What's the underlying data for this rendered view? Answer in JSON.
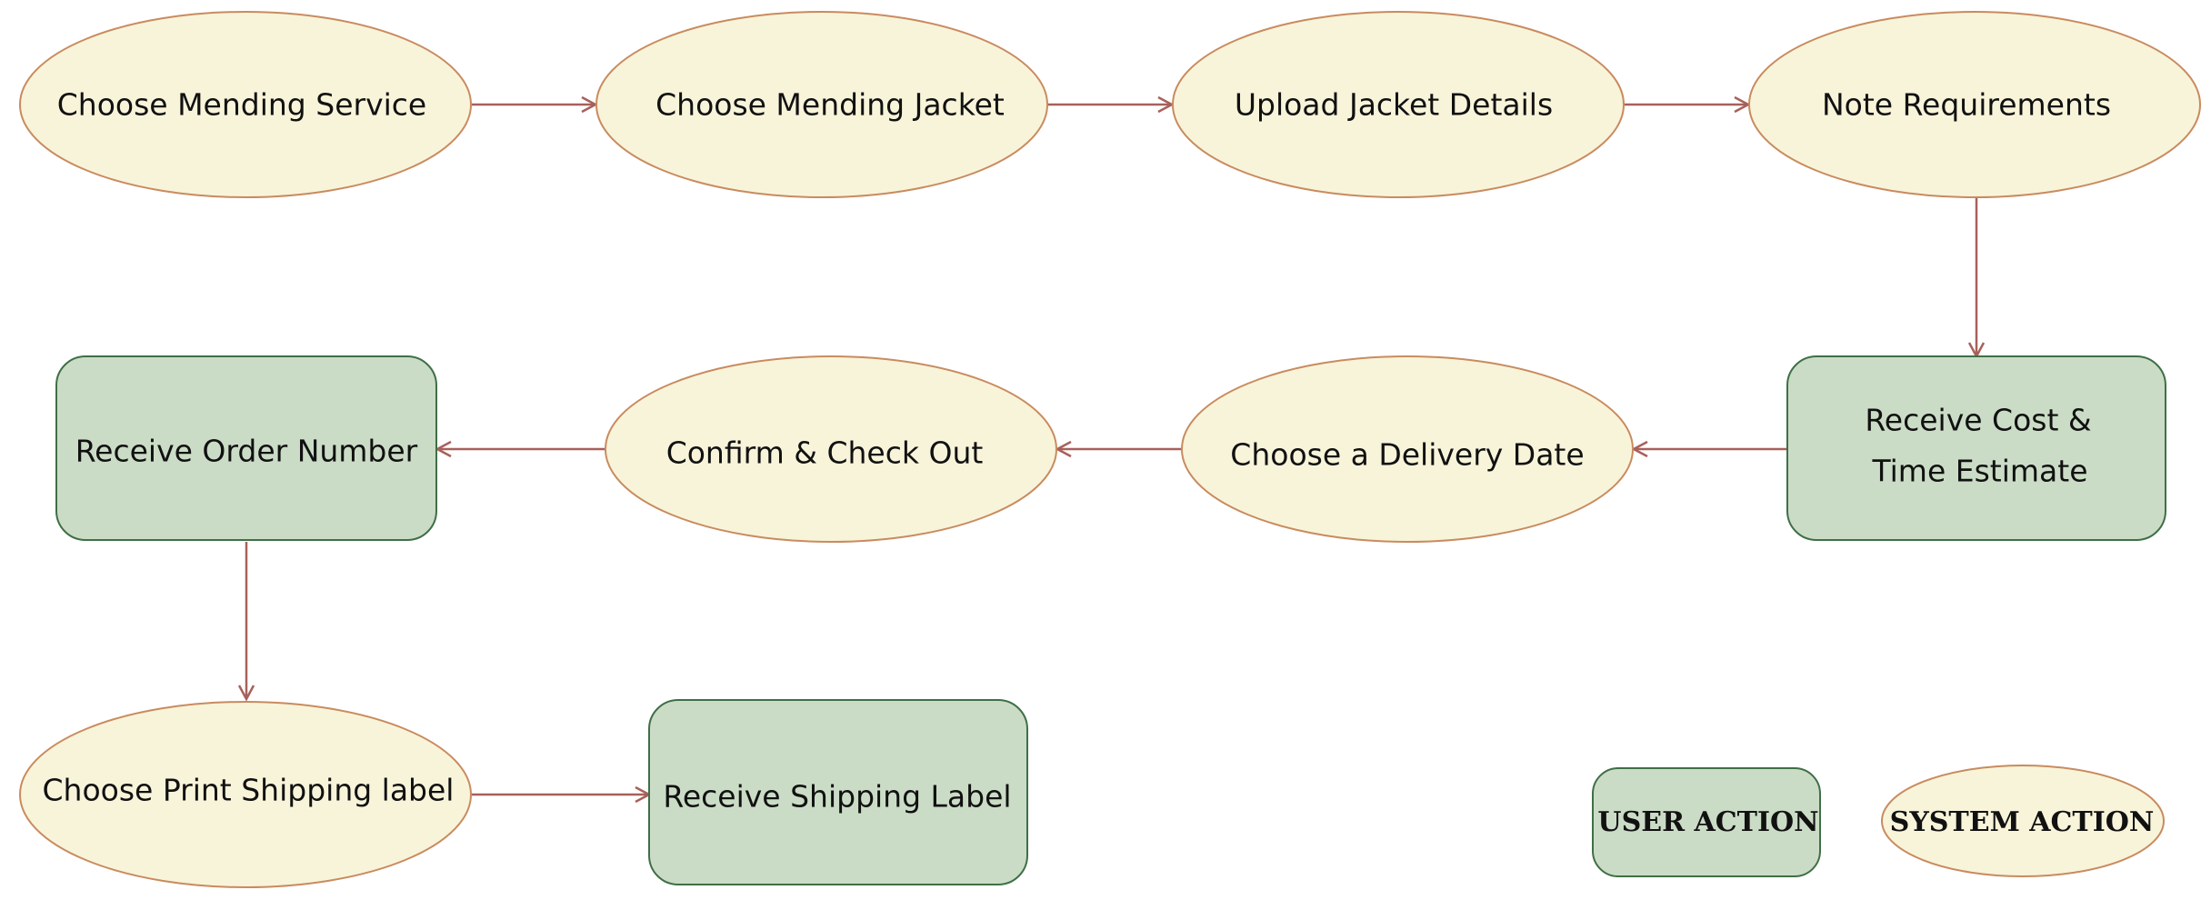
{
  "colors": {
    "ellipse_fill": "#f8f4da",
    "ellipse_stroke": "#c98b5f",
    "rect_fill": "#cbdcc6",
    "rect_stroke": "#3f6f46",
    "arrow": "#a8605a"
  },
  "nodes": {
    "choose_mending_service": "Choose Mending Service",
    "choose_mending_jacket": "Choose Mending Jacket",
    "upload_jacket_details": "Upload Jacket Details",
    "note_requirements": "Note Requirements",
    "receive_cost_line1": "Receive Cost &",
    "receive_cost_line2": "Time Estimate",
    "choose_delivery_date": "Choose a Delivery Date",
    "confirm_check_out": "Confirm & Check Out",
    "receive_order_number": "Receive Order Number",
    "choose_print_shipping_label": "Choose Print Shipping label",
    "receive_shipping_label": "Receive Shipping Label"
  },
  "legend": {
    "user_action": "USER ACTION",
    "system_action": "SYSTEM ACTION"
  }
}
